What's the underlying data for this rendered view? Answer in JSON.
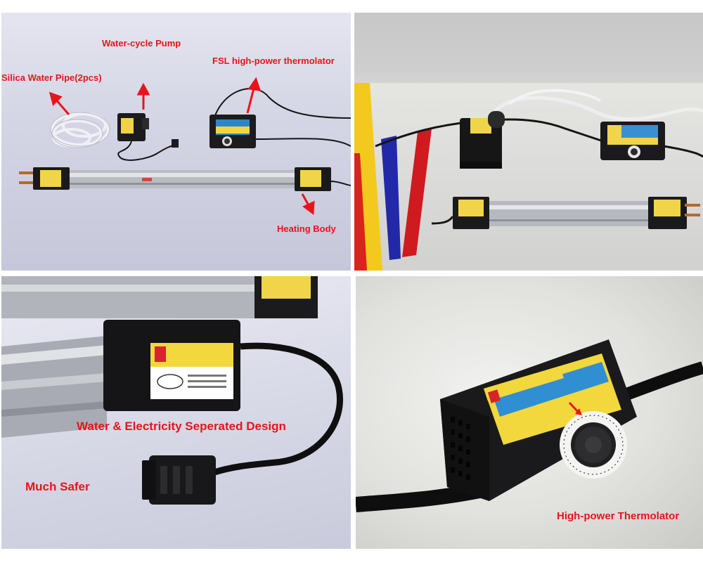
{
  "panel_top_left": {
    "label_pump": "Water-cycle Pump",
    "label_thermolator": "FSL high-power thermolator",
    "label_pipe": "Silica Water Pipe(2pcs)",
    "label_heating": "Heating Body",
    "accent_color": "#e8141b"
  },
  "panel_bottom_left": {
    "label_design": "Water & Electricity Seperated Design",
    "label_safer": "Much Safer"
  },
  "panel_bottom_right": {
    "label_thermolator": "High-power Thermolator"
  }
}
